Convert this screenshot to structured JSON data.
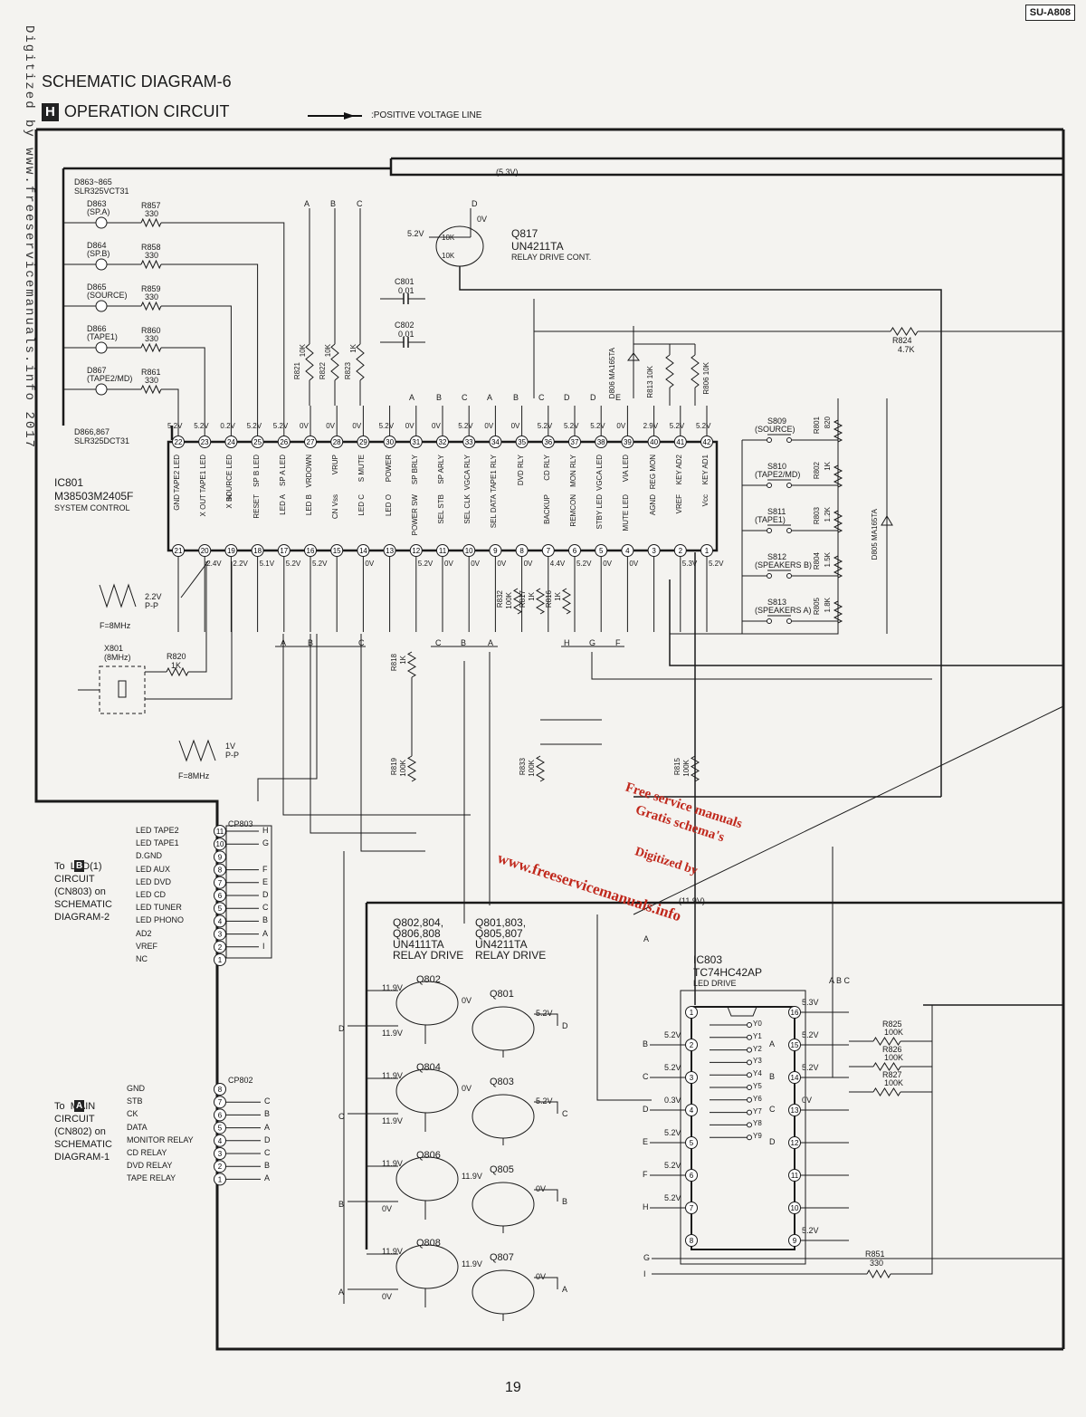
{
  "model": "SU-A808",
  "watermark_side": "Digitized by www.freeservicemanuals.info 2017",
  "title": "SCHEMATIC DIAGRAM-6",
  "section_letter": "H",
  "section_title": "OPERATION CIRCUIT",
  "legend_label": ":POSITIVE VOLTAGE LINE",
  "bus_labels": {
    "v53": "(5.3V)",
    "v119": "(11.9V)"
  },
  "led_block": {
    "header": "D863~865\nSLR325VCT31",
    "footer": "D866,867\nSLR325DCT31",
    "leds": [
      {
        "id": "D863",
        "name": "(SP.A)",
        "r": "R857",
        "rv": "330"
      },
      {
        "id": "D864",
        "name": "(SP.B)",
        "r": "R858",
        "rv": "330"
      },
      {
        "id": "D865",
        "name": "(SOURCE)",
        "r": "R859",
        "rv": "330"
      },
      {
        "id": "D866",
        "name": "(TAPE1)",
        "r": "R860",
        "rv": "330"
      },
      {
        "id": "D867",
        "name": "(TAPE2/MD)",
        "r": "R861",
        "rv": "330"
      }
    ]
  },
  "q817": {
    "id": "Q817",
    "part": "UN4211TA",
    "desc": "RELAY DRIVE CONT.",
    "v_in": "5.2V",
    "v_out": "0V",
    "r1": "10K",
    "r2": "10K"
  },
  "caps": [
    {
      "id": "C801",
      "val": "0.01"
    },
    {
      "id": "C802",
      "val": "0.01"
    }
  ],
  "r824": {
    "id": "R824",
    "val": "4.7K"
  },
  "d806": {
    "id": "D806",
    "part": "MA165TA"
  },
  "d805": {
    "id": "D805",
    "part": "MA165TA"
  },
  "r813": {
    "id": "R813",
    "val": "10K"
  },
  "r806": {
    "id": "R806",
    "val": "10K"
  },
  "top_r": [
    {
      "id": "R821",
      "val": "10K"
    },
    {
      "id": "R822",
      "val": "10K"
    },
    {
      "id": "R823",
      "val": "1K"
    }
  ],
  "ic801": {
    "id": "IC801",
    "part": "M38503M2405F",
    "desc": "SYSTEM CONTROL",
    "top_pins": [
      {
        "n": "22",
        "name": "TAPE2 LED",
        "v": "5.2V"
      },
      {
        "n": "23",
        "name": "TAPE1 LED",
        "v": "5.2V"
      },
      {
        "n": "24",
        "name": "SOURCE LED",
        "v": "0.2V"
      },
      {
        "n": "25",
        "name": "SP B LED",
        "v": "5.2V"
      },
      {
        "n": "26",
        "name": "SP A LED",
        "v": "5.2V"
      },
      {
        "n": "27",
        "name": "VRDOWN",
        "v": "0V"
      },
      {
        "n": "28",
        "name": "VRUP",
        "v": "0V"
      },
      {
        "n": "29",
        "name": "S MUTE",
        "v": "0V"
      },
      {
        "n": "30",
        "name": "POWER",
        "v": "5.2V"
      },
      {
        "n": "31",
        "name": "SP BRLY",
        "v": "0V"
      },
      {
        "n": "32",
        "name": "SP ARLY",
        "v": "0V"
      },
      {
        "n": "33",
        "name": "VGCA RLY",
        "v": "5.2V"
      },
      {
        "n": "34",
        "name": "TAPE1 RLY",
        "v": "0V"
      },
      {
        "n": "35",
        "name": "DVD RLY",
        "v": "0V"
      },
      {
        "n": "36",
        "name": "CD RLY",
        "v": "5.2V"
      },
      {
        "n": "37",
        "name": "MON RLY",
        "v": "5.2V"
      },
      {
        "n": "38",
        "name": "VGCA LED",
        "v": "5.2V"
      },
      {
        "n": "39",
        "name": "VIA LED",
        "v": "0V"
      },
      {
        "n": "40",
        "name": "REG MON",
        "v": "2.9V"
      },
      {
        "n": "41",
        "name": "KEY AD2",
        "v": "5.2V"
      },
      {
        "n": "42",
        "name": "KEY AD1",
        "v": "5.2V"
      }
    ],
    "bottom_pins": [
      {
        "n": "21",
        "name": "GND",
        "v": ""
      },
      {
        "n": "20",
        "name": "X OUT",
        "v": "2.4V"
      },
      {
        "n": "19",
        "name": "X IN",
        "v": "2.2V"
      },
      {
        "n": "18",
        "name": "RESET",
        "v": "5.1V"
      },
      {
        "n": "17",
        "name": "LED A",
        "v": "5.2V"
      },
      {
        "n": "16",
        "name": "LED B",
        "v": "5.2V"
      },
      {
        "n": "15",
        "name": "CN Vss",
        "v": ""
      },
      {
        "n": "14",
        "name": "LED C",
        "v": "0V"
      },
      {
        "n": "13",
        "name": "LED O",
        "v": ""
      },
      {
        "n": "12",
        "name": "POWER SW",
        "v": "5.2V"
      },
      {
        "n": "11",
        "name": "SEL STB",
        "v": "0V"
      },
      {
        "n": "10",
        "name": "SEL CLK",
        "v": "0V"
      },
      {
        "n": "9",
        "name": "SEL DATA",
        "v": "0V"
      },
      {
        "n": "8",
        "name": "",
        "v": "0V"
      },
      {
        "n": "7",
        "name": "BACKUP",
        "v": "4.4V"
      },
      {
        "n": "6",
        "name": "REMCON",
        "v": "5.2V"
      },
      {
        "n": "5",
        "name": "STBY LED",
        "v": "0V"
      },
      {
        "n": "4",
        "name": "MUTE LED",
        "v": "0V"
      },
      {
        "n": "3",
        "name": "AGND",
        "v": ""
      },
      {
        "n": "2",
        "name": "VREF",
        "v": "5.3V"
      },
      {
        "n": "1",
        "name": "Vcc",
        "v": "5.2V"
      }
    ]
  },
  "switches": [
    {
      "id": "S809",
      "name": "(SOURCE)",
      "r": "R801",
      "rv": "820"
    },
    {
      "id": "S810",
      "name": "(TAPE2/MD)",
      "r": "R802",
      "rv": "1K"
    },
    {
      "id": "S811",
      "name": "(TAPE1)",
      "r": "R803",
      "rv": "1.2K"
    },
    {
      "id": "S812",
      "name": "(SPEAKERS B)",
      "r": "R804",
      "rv": "1.5K"
    },
    {
      "id": "S813",
      "name": "(SPEAKERS A)",
      "r": "R805",
      "rv": "1.8K"
    }
  ],
  "osc": {
    "wave_v1": "2.2V\nP-P",
    "wave_f1": "F=8MHz",
    "wave_v2": "1V\nP-P",
    "wave_f2": "F=8MHz",
    "x801": "X801\n(8MHz)",
    "r820": "R820",
    "r820v": "1K"
  },
  "mid_r": [
    {
      "id": "R818",
      "val": "1K"
    },
    {
      "id": "R819",
      "val": "100K"
    },
    {
      "id": "R832",
      "val": "100K"
    },
    {
      "id": "R817",
      "val": "1K"
    },
    {
      "id": "R816",
      "val": "1K"
    },
    {
      "id": "R833",
      "val": "100K"
    },
    {
      "id": "R815",
      "val": "100K"
    }
  ],
  "cp803": {
    "id": "CP803",
    "rows": [
      {
        "name": "LED TAPE2",
        "pin": "11",
        "letter": "H"
      },
      {
        "name": "LED TAPE1",
        "pin": "10",
        "letter": "G"
      },
      {
        "name": "D.GND",
        "pin": "9",
        "letter": ""
      },
      {
        "name": "LED AUX",
        "pin": "8",
        "letter": "F"
      },
      {
        "name": "LED DVD",
        "pin": "7",
        "letter": "E"
      },
      {
        "name": "LED CD",
        "pin": "6",
        "letter": "D"
      },
      {
        "name": "LED TUNER",
        "pin": "5",
        "letter": "C"
      },
      {
        "name": "LED PHONO",
        "pin": "4",
        "letter": "B"
      },
      {
        "name": "AD2",
        "pin": "3",
        "letter": "A"
      },
      {
        "name": "VREF",
        "pin": "2",
        "letter": "I"
      },
      {
        "name": "NC",
        "pin": "1",
        "letter": ""
      }
    ],
    "note_box": "B",
    "note": "To  LED(1)\nCIRCUIT\n(CN803) on\nSCHEMATIC\nDIAGRAM-2"
  },
  "cp802": {
    "id": "CP802",
    "rows": [
      {
        "name": "GND",
        "pin": "8",
        "letter": ""
      },
      {
        "name": "STB",
        "pin": "7",
        "letter": "C"
      },
      {
        "name": "CK",
        "pin": "6",
        "letter": "B"
      },
      {
        "name": "DATA",
        "pin": "5",
        "letter": "A"
      },
      {
        "name": "MONITOR RELAY",
        "pin": "4",
        "letter": "D"
      },
      {
        "name": "CD RELAY",
        "pin": "3",
        "letter": "C"
      },
      {
        "name": "DVD RELAY",
        "pin": "2",
        "letter": "B"
      },
      {
        "name": "TAPE RELAY",
        "pin": "1",
        "letter": "A"
      }
    ],
    "note_box": "A",
    "note": "To  MAIN\nCIRCUIT\n(CN802) on\nSCHEMATIC\nDIAGRAM-1"
  },
  "relay_titles": {
    "left": "Q802,804,\nQ806,808\nUN4111TA\nRELAY DRIVE",
    "right": "Q801,803,\nQ805,807\nUN4211TA\nRELAY DRIVE"
  },
  "relays": [
    {
      "q1": "Q802",
      "q2": "Q801",
      "v1": "11.9V",
      "v2": "0V",
      "v3": "5.2V",
      "v4": "11.9V",
      "in": "D",
      "out": "D"
    },
    {
      "q1": "Q804",
      "q2": "Q803",
      "v1": "11.9V",
      "v2": "0V",
      "v3": "5.2V",
      "v4": "11.9V",
      "in": "C",
      "out": "C"
    },
    {
      "q1": "Q806",
      "q2": "Q805",
      "v1": "11.9V",
      "v2": "11.9V",
      "v3": "0V",
      "v4": "0V",
      "in": "B",
      "out": "B"
    },
    {
      "q1": "Q808",
      "q2": "Q807",
      "v1": "11.9V",
      "v2": "11.9V",
      "v3": "0V",
      "v4": "0V",
      "in": "A",
      "out": "A"
    }
  ],
  "ic803": {
    "id": "IC803",
    "part": "TC74HC42AP",
    "desc": "LED DRIVE",
    "left_pins": [
      {
        "n": "1",
        "v": "",
        "l": ""
      },
      {
        "n": "2",
        "v": "5.2V",
        "l": "B"
      },
      {
        "n": "3",
        "v": "5.2V",
        "l": "C"
      },
      {
        "n": "4",
        "v": "0.3V",
        "l": "D"
      },
      {
        "n": "5",
        "v": "5.2V",
        "l": "E"
      },
      {
        "n": "6",
        "v": "5.2V",
        "l": "F"
      },
      {
        "n": "7",
        "v": "5.2V",
        "l": "H"
      },
      {
        "n": "8",
        "v": "",
        "l": ""
      }
    ],
    "right_pins": [
      {
        "n": "16",
        "v": "5.3V",
        "l": ""
      },
      {
        "n": "15",
        "v": "5.2V",
        "l": "A"
      },
      {
        "n": "14",
        "v": "5.2V",
        "l": "B"
      },
      {
        "n": "13",
        "v": "0V",
        "l": "C"
      },
      {
        "n": "12",
        "v": "",
        "l": "D"
      },
      {
        "n": "11",
        "v": "",
        "l": ""
      },
      {
        "n": "10",
        "v": "",
        "l": ""
      },
      {
        "n": "9",
        "v": "5.2V",
        "l": ""
      }
    ],
    "outputs": [
      "Y0",
      "Y1",
      "Y2",
      "Y3",
      "Y4",
      "Y5",
      "Y6",
      "Y7",
      "Y8",
      "Y9"
    ]
  },
  "ic803_r": [
    {
      "id": "R825",
      "val": "100K"
    },
    {
      "id": "R826",
      "val": "100K"
    },
    {
      "id": "R827",
      "val": "100K"
    }
  ],
  "r851": {
    "id": "R851",
    "val": "330"
  },
  "bottom_labels": {
    "g": "G",
    "i": "I",
    "a": "A"
  },
  "red_watermark": {
    "l1": "Free service manuals",
    "l2": "Gratis schema's",
    "l3": "Digitized by",
    "l4": "www.freeservicemanuals.info"
  },
  "page_number": "19"
}
